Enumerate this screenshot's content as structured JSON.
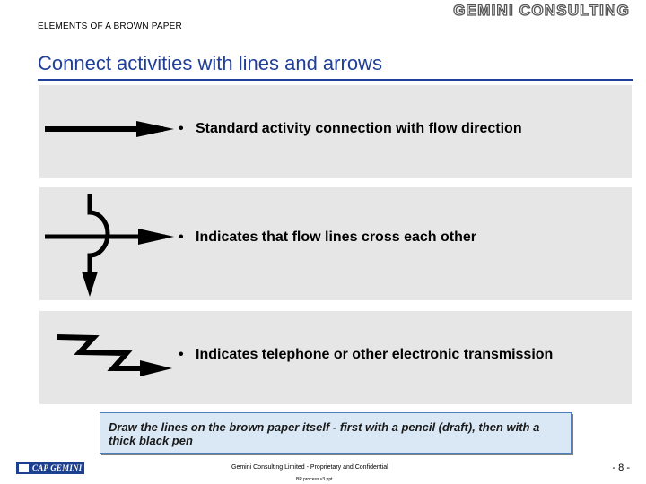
{
  "header": {
    "section_label": "ELEMENTS OF A BROWN PAPER",
    "logo_text": "GEMINI CONSULTING",
    "title": "Connect activities with lines and arrows"
  },
  "panels": [
    {
      "bullet": "•",
      "icon": "arrow-icon",
      "text": "Standard activity connection with flow direction"
    },
    {
      "bullet": "•",
      "icon": "crossing-lines-icon",
      "text": "Indicates that flow lines cross each other"
    },
    {
      "bullet": "•",
      "icon": "zigzag-arrow-icon",
      "text": "Indicates telephone or other electronic transmission"
    }
  ],
  "note": "Draw the lines on the brown paper itself - first with a pencil (draft), then with a thick black pen",
  "footer": {
    "logo_text": "CAP GEMINI",
    "confidential": "Gemini Consulting Limited  -  Proprietary and Confidential",
    "file": "BP process v3.ppt",
    "page": "- 8 -"
  }
}
